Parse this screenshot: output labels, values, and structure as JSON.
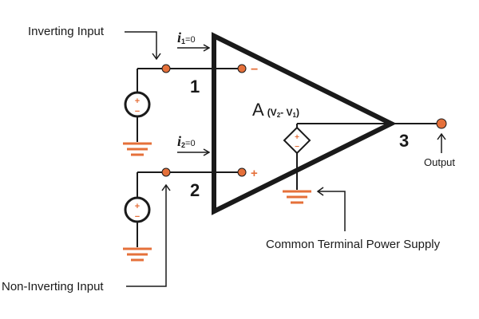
{
  "labels": {
    "inverting_input": "Inverting  Input",
    "non_inverting_input": "Non-Inverting Input",
    "output": "Output",
    "common_terminal": "Common Terminal Power Supply",
    "pin_1": "1",
    "pin_2": "2",
    "pin_3": "3",
    "current_1_symbol": "i",
    "current_1_sub": "1",
    "current_1_val": "=0",
    "current_2_symbol": "i",
    "current_2_sub": "2",
    "current_2_val": "=0",
    "gain_A": "A",
    "gain_expr_v2": "(V",
    "gain_sub2": "2",
    "gain_minus": "- V",
    "gain_sub1": "1",
    "gain_close": ")",
    "minus_sign": "−",
    "plus_sign": "+",
    "source_plus": "+",
    "source_minus": "−"
  },
  "colors": {
    "wire": "#1a1a1a",
    "accent": "#e5703a",
    "text": "#1a1a1a"
  }
}
